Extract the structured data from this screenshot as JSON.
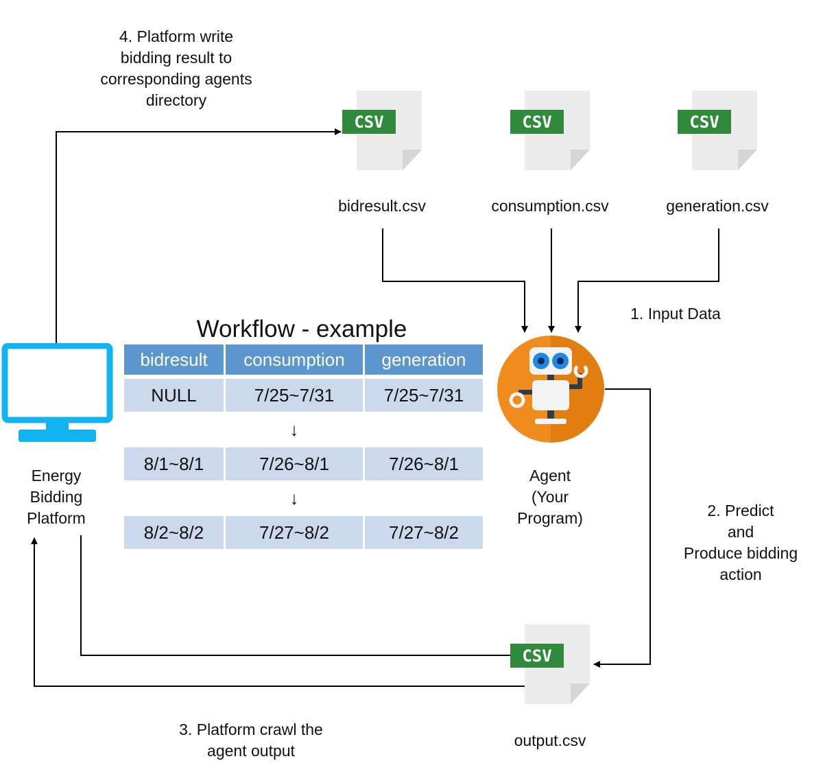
{
  "title": "Workflow - example",
  "steps": {
    "step1": "1. Input Data",
    "step2": "2. Predict\nand\nProduce bidding\naction",
    "step3": "3. Platform crawl the\nagent output",
    "step4": "4. Platform write\nbidding result to\ncorresponding agents\ndirectory"
  },
  "nodes": {
    "platform": "Energy\nBidding\nPlatform",
    "agent": "Agent\n(Your\nProgram)"
  },
  "files": {
    "badge": "CSV",
    "bidresult": "bidresult.csv",
    "consumption": "consumption.csv",
    "generation": "generation.csv",
    "output": "output.csv"
  },
  "table": {
    "headers": [
      "bidresult",
      "consumption",
      "generation"
    ],
    "rows": [
      [
        "NULL",
        "7/25~7/31",
        "7/25~7/31"
      ],
      [
        "8/1~8/1",
        "7/26~8/1",
        "7/26~8/1"
      ],
      [
        "8/2~8/2",
        "7/27~8/2",
        "7/27~8/2"
      ]
    ],
    "separator": "↓"
  },
  "colors": {
    "monitor": "#11b4f0",
    "csv_badge": "#2f8a3c",
    "file_page": "#ececec",
    "file_fold": "#b8b8b8",
    "agent_orange": "#f08c1e",
    "table_header": "#5b96cf",
    "table_cell": "#ccd9ec"
  }
}
